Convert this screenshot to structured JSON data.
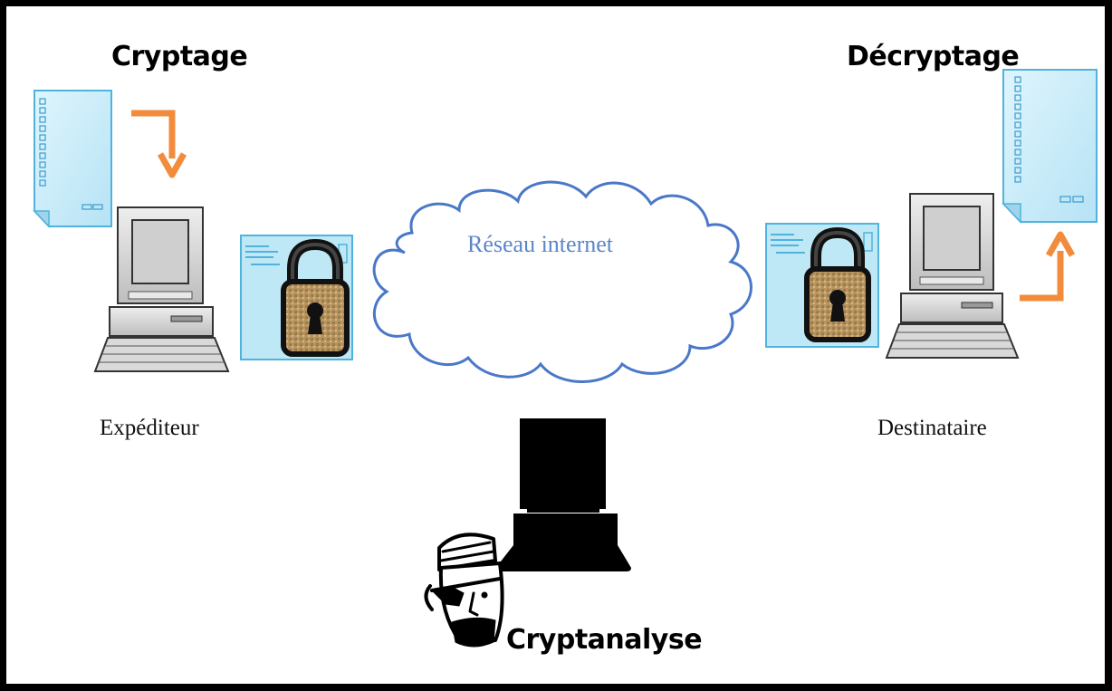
{
  "labels": {
    "encryption": "Cryptage",
    "decryption": "Décryptage",
    "network": "Réseau internet",
    "sender": "Expéditeur",
    "recipient": "Destinataire",
    "cryptanalysis": "Cryptanalyse"
  },
  "colors": {
    "border": "#000000",
    "document_fill": "#c8ecf8",
    "document_stroke": "#4fb3de",
    "arrow": "#f28c3c",
    "cloud_stroke": "#4a78c8",
    "network_text": "#5b86c9",
    "lock_body": "#b89560",
    "computer_gray": "#d6d6d6"
  },
  "icons": [
    "document-icon",
    "computer-icon",
    "padlock-icon",
    "envelope-icon",
    "cloud-icon",
    "arrow-icon",
    "attacker-computer-icon",
    "pirate-icon"
  ]
}
